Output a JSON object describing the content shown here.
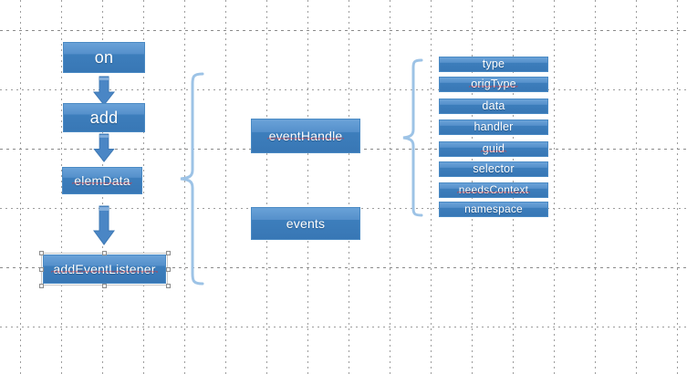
{
  "diagram": {
    "title": "jQuery event binding flow",
    "background": "#ffffff",
    "accent_color": "#3877b5",
    "brace_color": "#9dc3e6",
    "grid_color": "#9d9d9d",
    "flow": {
      "name": "left-flow-chain",
      "nodes": [
        {
          "label": "on",
          "id": "node-on"
        },
        {
          "label": "add",
          "id": "node-add"
        },
        {
          "label": "elemData",
          "id": "node-elemdata"
        },
        {
          "label": "addEventListener",
          "id": "node-addeventlistener"
        }
      ],
      "connectors": [
        {
          "name": "arrow-on-to-add",
          "icon": "arrow-down-icon"
        },
        {
          "name": "arrow-add-to-elemdata",
          "icon": "arrow-down-icon"
        },
        {
          "name": "arrow-elemdata-to-addeventlistener",
          "icon": "arrow-down-icon"
        }
      ]
    },
    "middle": {
      "name": "elemdata-members",
      "nodes": [
        {
          "label": "eventHandle",
          "id": "node-eventhandle"
        },
        {
          "label": "events",
          "id": "node-events"
        }
      ]
    },
    "right": {
      "name": "event-object-properties",
      "nodes": [
        {
          "label": "type",
          "id": "node-type"
        },
        {
          "label": "origType",
          "id": "node-origtype"
        },
        {
          "label": "data",
          "id": "node-data"
        },
        {
          "label": "handler",
          "id": "node-handler"
        },
        {
          "label": "guid",
          "id": "node-guid"
        },
        {
          "label": "selector",
          "id": "node-selector"
        },
        {
          "label": "needsContext",
          "id": "node-needscontext"
        },
        {
          "label": "namespace",
          "id": "node-namespace"
        }
      ]
    },
    "braces": [
      {
        "name": "brace-elemdata-members",
        "direction": "left",
        "icon": "curly-brace-icon"
      },
      {
        "name": "brace-events-properties",
        "direction": "left",
        "icon": "curly-brace-icon"
      }
    ],
    "selected_shape": "addEventListener"
  }
}
